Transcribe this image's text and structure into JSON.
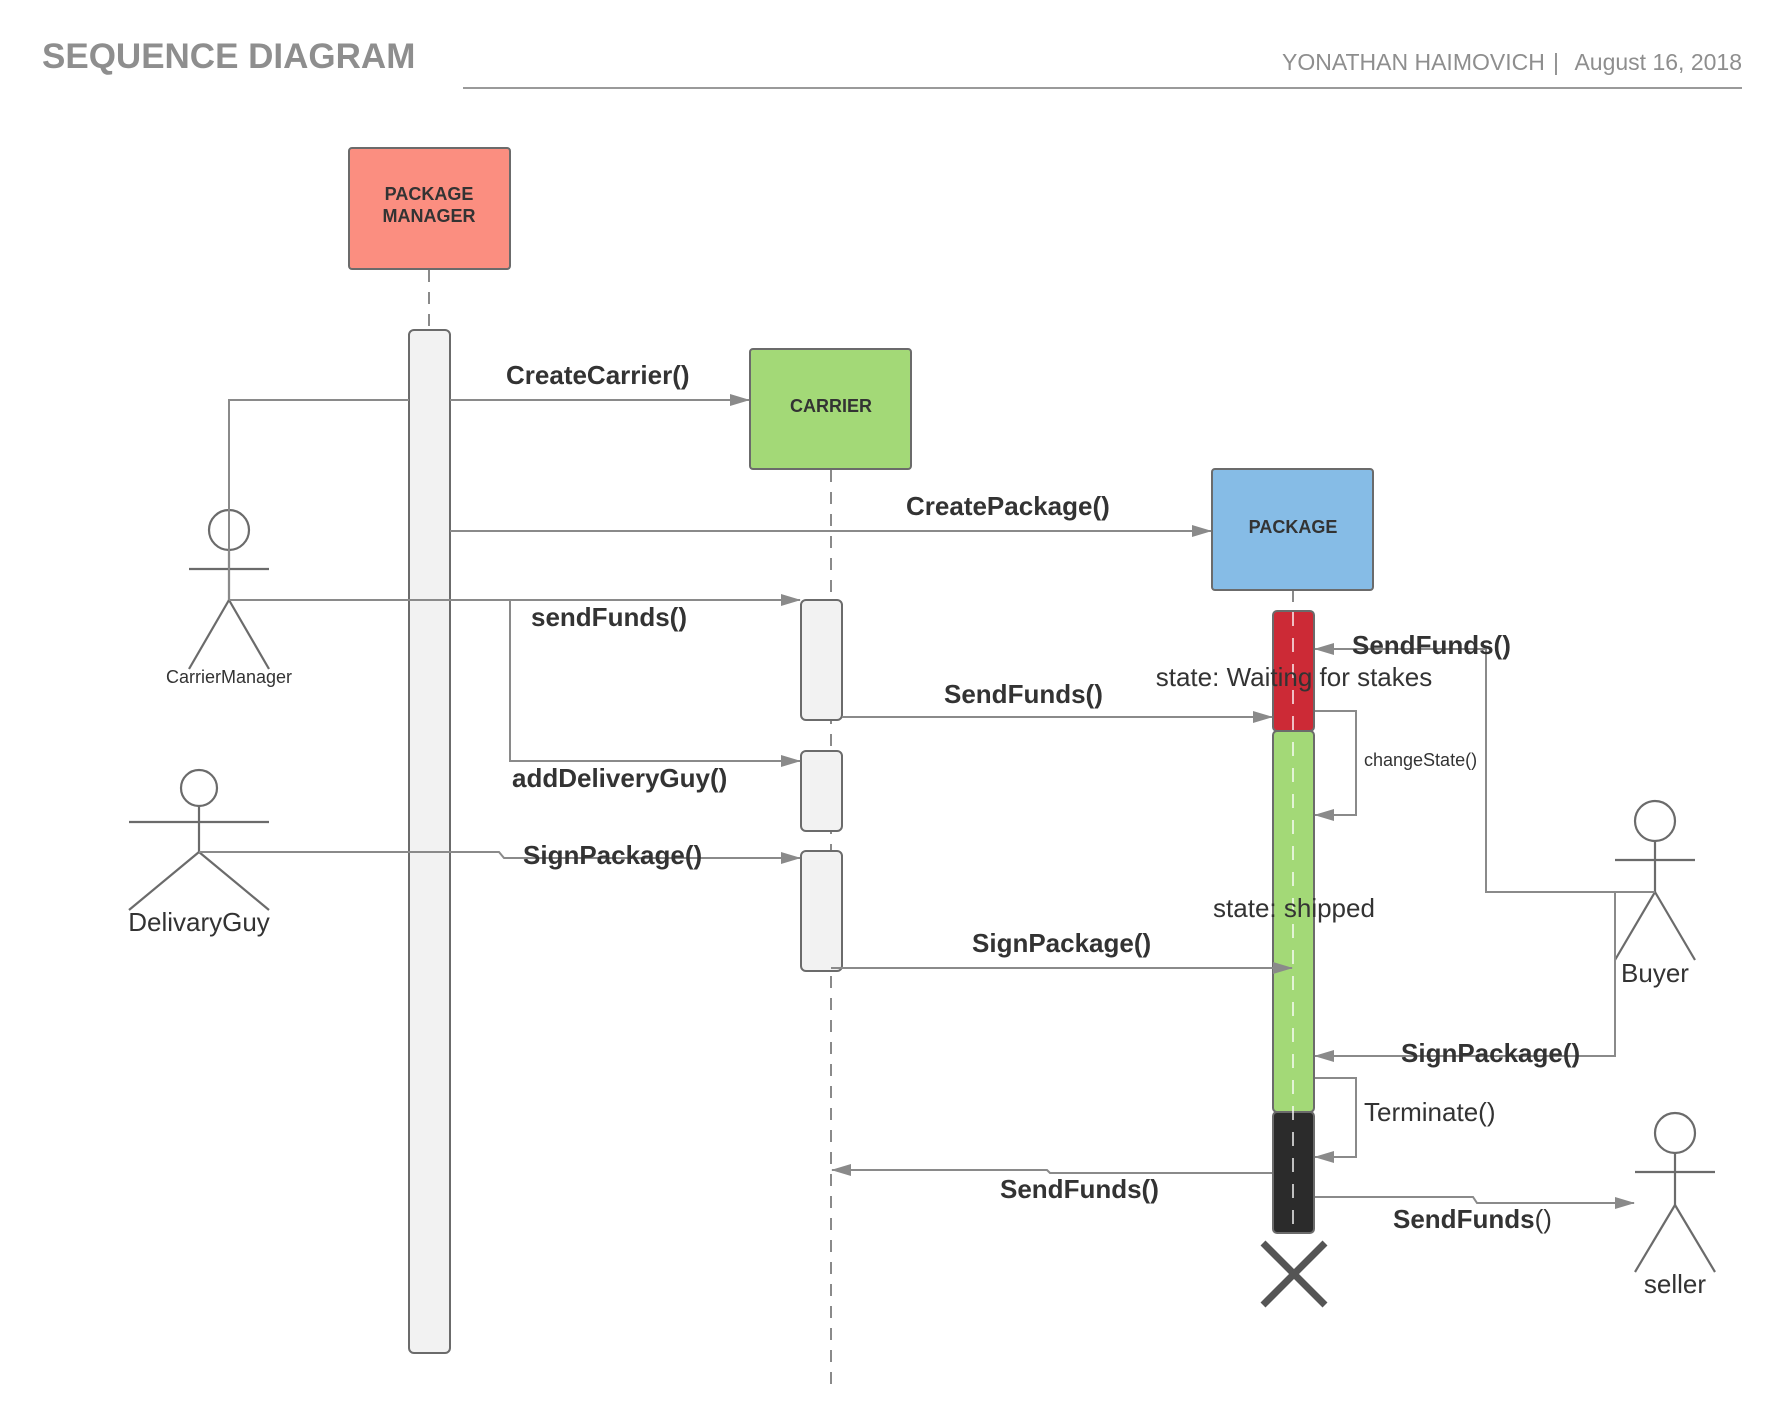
{
  "header": {
    "title": "SEQUENCE DIAGRAM",
    "author": "YONATHAN HAIMOVICH",
    "separator": "|",
    "date": "August 16, 2018"
  },
  "objects": {
    "package_manager": {
      "line1": "PACKAGE",
      "line2": "MANAGER",
      "color": "#fb8e80"
    },
    "carrier": {
      "label": "CARRIER",
      "color": "#a3d977"
    },
    "package": {
      "label": "PACKAGE",
      "color": "#86bce6"
    }
  },
  "actors": {
    "carrier_manager": "CarrierManager",
    "delivery_guy": "DelivaryGuy",
    "buyer": "Buyer",
    "seller": "seller"
  },
  "messages": {
    "create_carrier": "CreateCarrier()",
    "create_package": "CreatePackage()",
    "send_funds_lower": "sendFunds()",
    "send_funds_carrier_to_package": "SendFunds()",
    "add_delivery_guy": "addDeliveryGuy()",
    "sign_package_delivery": "SignPackage()",
    "sign_package_carrier": "SignPackage()",
    "send_funds_buyer": "SendFunds()",
    "change_state": "changeState()",
    "sign_package_buyer": "SignPackage()",
    "terminate": "Terminate()",
    "send_funds_return": "SendFunds()",
    "send_funds_seller_bold": "SendFunds",
    "send_funds_seller_parens": "()"
  },
  "states": {
    "waiting": "state: Waiting for stakes",
    "shipped": "state: shipped"
  },
  "colors": {
    "activation_waiting": "#cc2a36",
    "activation_shipped": "#a3d977",
    "activation_terminated": "#2b2b2b",
    "activation_default": "#f2f2f2",
    "line": "#8a8a8a",
    "destroy_mark": "#555555"
  },
  "icons": {
    "destroy": "x-destroy-icon",
    "actor": "stick-figure-icon"
  }
}
